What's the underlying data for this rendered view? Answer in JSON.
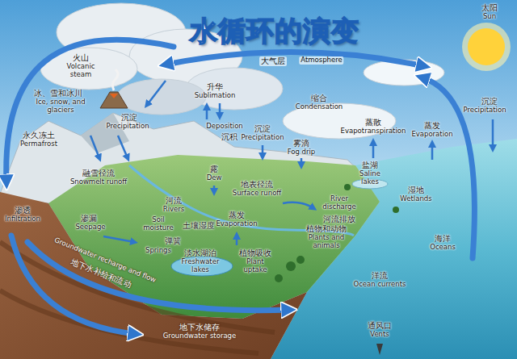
{
  "diagram": {
    "title": "水循环的演变",
    "labels": [
      "太阳",
      "Sun",
      "大气层",
      "Atmosphere",
      "火山",
      "Volcanic steam",
      "冰、雪和冰川",
      "Ice, snow, and glaciers",
      "永久冻土",
      "Permafrost",
      "沉淀",
      "Precipitation",
      "升华",
      "Sublimation",
      "Deposition",
      "沉积",
      "缩合",
      "Condensation",
      "沉淀",
      "Precipitation",
      "雾滴",
      "Fog drip",
      "蒸散",
      "Evapotranspiration",
      "蒸发",
      "Evaporation",
      "沉淀",
      "Precipitation",
      "露",
      "Dew",
      "融雪径流",
      "Snowmelt runoff",
      "地表径流",
      "Surface runoff",
      "盐湖",
      "Saline lakes",
      "河流",
      "Rivers",
      "River discharge",
      "河流排放",
      "湿地",
      "Wetlands",
      "渗透",
      "Infiltration",
      "渗漏",
      "Seepage",
      "Soil moisture",
      "土壤湿度",
      "蒸发",
      "Evaporation",
      "植物和动物",
      "Plants and animals",
      "弹簧",
      "Springs",
      "淡水湖泊",
      "Freshwater lakes",
      "植物吸收",
      "Plant uptake",
      "海洋",
      "Oceans",
      "洋流",
      "Ocean currents",
      "Groundwater recharge and flow",
      "地下水补给和流动",
      "地下水储存",
      "Groundwater storage",
      "通风口",
      "Vents"
    ]
  }
}
